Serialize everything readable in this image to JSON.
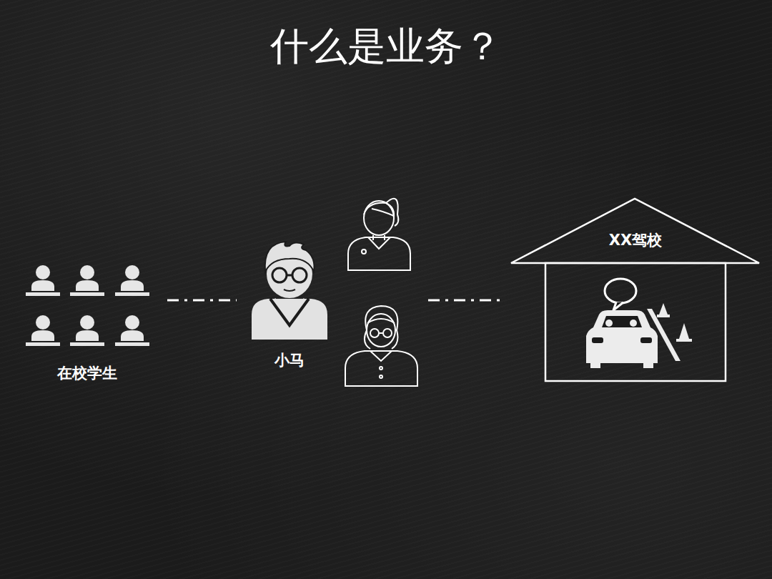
{
  "diagram": {
    "title": "什么是业务？",
    "nodes": [
      {
        "text": [
          "在校学生"
        ]
      },
      {
        "text": [
          "小马"
        ]
      },
      {
        "text": [
          "XX驾校"
        ]
      }
    ],
    "edges": [
      {
        "from": 0,
        "to": 1,
        "arrow": "none"
      },
      {
        "from": 1,
        "to": 2,
        "arrow": "none"
      }
    ]
  }
}
